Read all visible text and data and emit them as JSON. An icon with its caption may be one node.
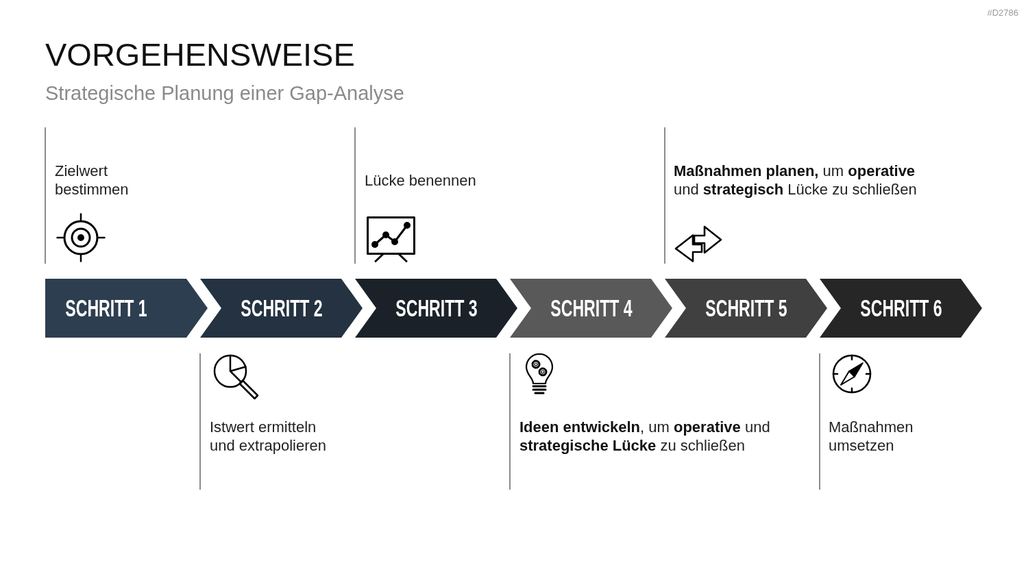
{
  "diagram": {
    "title": "VORGEHENSWEISE",
    "nodes": [
      {
        "text": [
          "SCHRITT 1"
        ]
      },
      {
        "text": [
          "SCHRITT 2"
        ]
      },
      {
        "text": [
          "SCHRITT 3"
        ]
      },
      {
        "text": [
          "SCHRITT 4"
        ]
      },
      {
        "text": [
          "SCHRITT 5"
        ]
      },
      {
        "text": [
          "SCHRITT 6"
        ]
      }
    ],
    "labels": [
      "#D2786",
      "Strategische Planung einer Gap-Analyse",
      "Zielwert bestimmen",
      "Lücke benennen",
      "**Maßnahmen planen,** um **operative** und **strategisch** Lücke zu schließen",
      "Istwert ermitteln und extrapolieren",
      "**Ideen entwickeln**, um **operative** und **strategische Lücke** zu schließen",
      "Maßnahmen umsetzen"
    ]
  }
}
